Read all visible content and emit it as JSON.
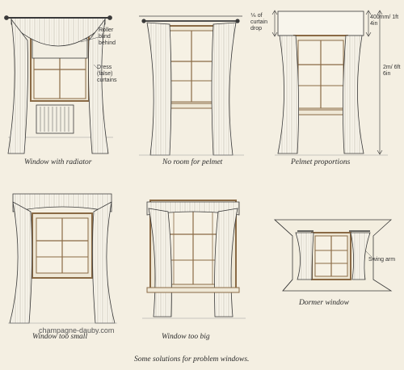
{
  "panels": [
    {
      "caption": "Window with radiator",
      "notes": [
        "Roller blind behind",
        "Dress (false) curtains"
      ]
    },
    {
      "caption": "No room for pelmet",
      "notes": []
    },
    {
      "caption": "Pelmet proportions",
      "notes": [
        "⅙ of curtain drop",
        "400mm/ 1ft 4in",
        "2m/ 6ft 6in"
      ]
    },
    {
      "caption": "Window too small",
      "notes": []
    },
    {
      "caption": "Window too big",
      "notes": []
    },
    {
      "caption": "Dormer window",
      "notes": [
        "Swing arm"
      ]
    }
  ],
  "figure_caption": "Some solutions for problem windows.",
  "watermark": "champagne-dauby.com",
  "colors": {
    "paper": "#f4efe2",
    "ink": "#3a3a3a",
    "frame": "#8a6a45",
    "fabric": "#f8f5ec"
  }
}
